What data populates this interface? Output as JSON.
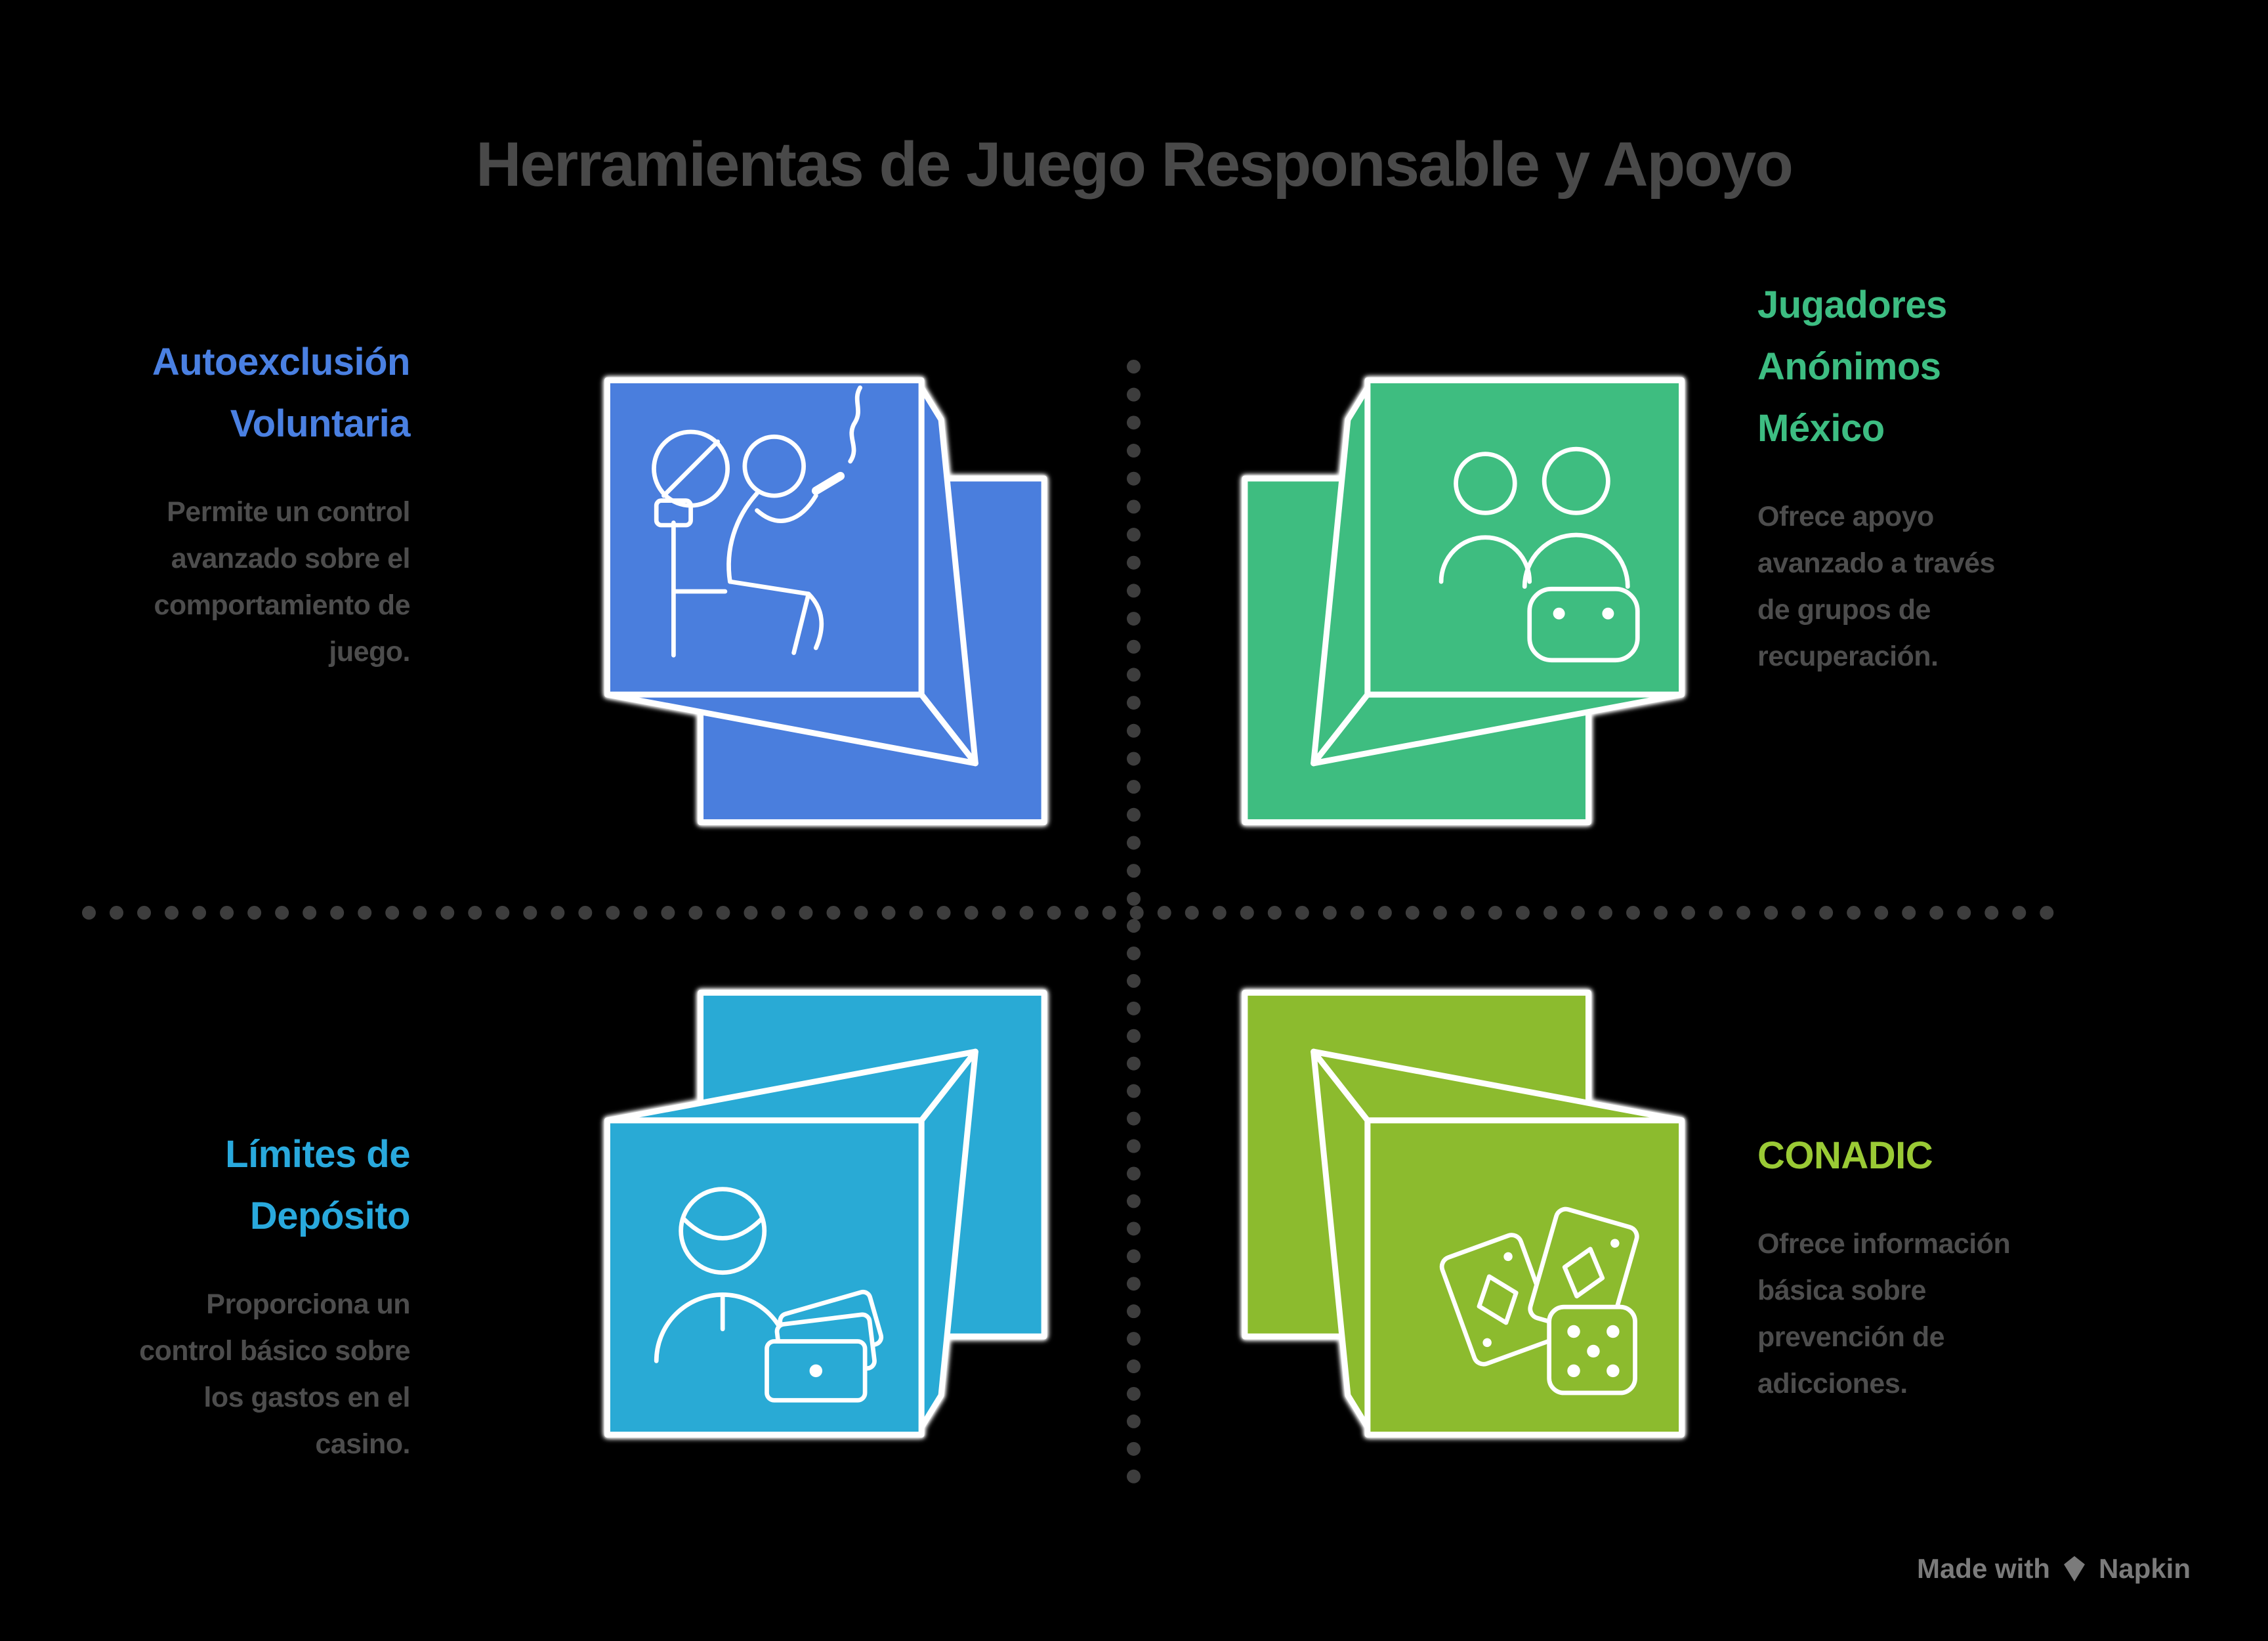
{
  "title": "Herramientas de Juego Responsable y Apoyo",
  "colors": {
    "background": "#000000",
    "title_text": "#494949",
    "body_text": "#4d4d4d",
    "divider_dots": "#3d3d3d",
    "footer_text": "#7b7b7b"
  },
  "quadrants": [
    {
      "id": "autoexclusion-voluntaria",
      "heading": "Autoexclusión\nVoluntaria",
      "description": "Permite un control\navanzado sobre el\ncomportamiento de\njuego.",
      "accent_color": "#4a80e2",
      "cube_color": "#4a7edd",
      "icon": "no-smoking-person-icon"
    },
    {
      "id": "jugadores-anonimos-mexico",
      "heading": "Jugadores\nAnónimos\nMéxico",
      "description": "Ofrece apoyo\navanzado a través\nde grupos de\nrecuperación.",
      "accent_color": "#3dbd82",
      "cube_color": "#3ebd80",
      "icon": "support-group-controller-icon"
    },
    {
      "id": "limites-de-deposito",
      "heading": "Límites de\nDepósito",
      "description": "Proporciona un\ncontrol básico sobre\nlos gastos en el\ncasino.",
      "accent_color": "#29a9dd",
      "cube_color": "#29aad5",
      "icon": "person-money-icon"
    },
    {
      "id": "conadic",
      "heading": "CONADIC",
      "description": "Ofrece información\nbásica sobre\nprevención de\nadicciones.",
      "accent_color": "#9aca35",
      "cube_color": "#8cbb2e",
      "icon": "cards-dice-icon"
    }
  ],
  "footer": {
    "made_with": "Made with",
    "brand": "Napkin",
    "logo_icon": "napkin-diamond-icon"
  }
}
